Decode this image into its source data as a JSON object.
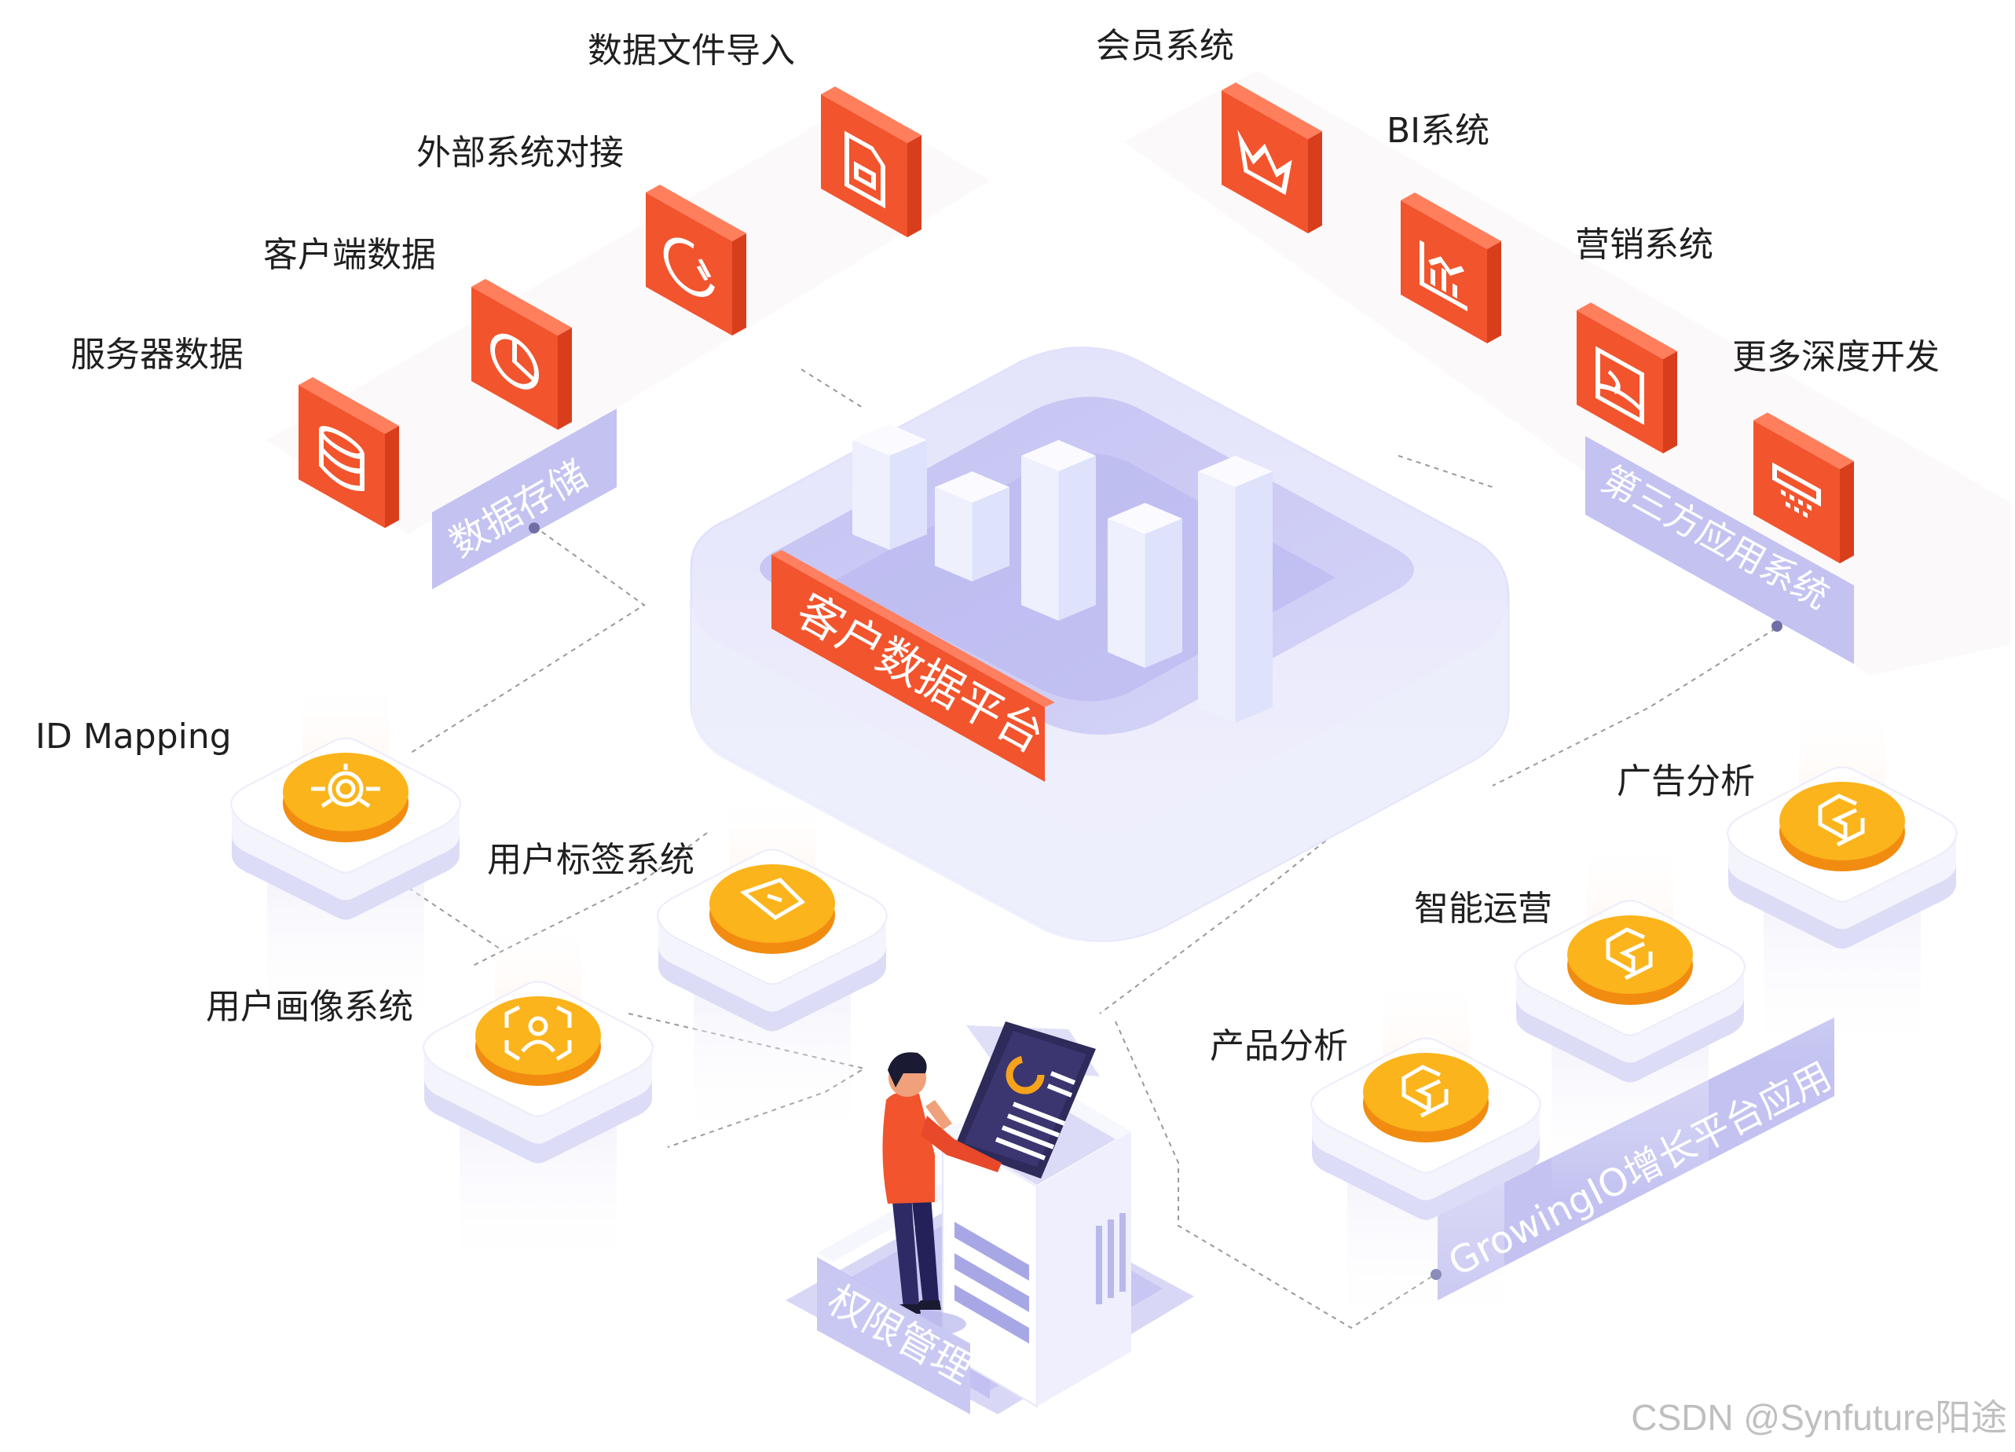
{
  "top_sources": [
    {
      "label": "服务器数据",
      "icon": "database-icon"
    },
    {
      "label": "客户端数据",
      "icon": "pie-chart-icon"
    },
    {
      "label": "外部系统对接",
      "icon": "donut-chart-icon"
    },
    {
      "label": "数据文件导入",
      "icon": "document-icon"
    }
  ],
  "top_sources_group_label": "数据存储",
  "third_party": [
    {
      "label": "会员系统",
      "icon": "crown-icon"
    },
    {
      "label": "BI系统",
      "icon": "bar-chart-icon"
    },
    {
      "label": "营销系统",
      "icon": "marketing-icon"
    },
    {
      "label": "更多深度开发",
      "icon": "server-icon"
    }
  ],
  "third_party_group_label": "第三方应用系统",
  "platform_label": "客户数据平台",
  "left_modules": [
    {
      "label": "ID Mapping",
      "icon": "network-icon"
    },
    {
      "label": "用户标签系统",
      "icon": "tag-icon"
    },
    {
      "label": "用户画像系统",
      "icon": "user-profile-icon"
    }
  ],
  "growing_apps": [
    {
      "label": "广告分析",
      "icon": "growingio-logo-icon"
    },
    {
      "label": "智能运营",
      "icon": "growingio-logo-icon"
    },
    {
      "label": "产品分析",
      "icon": "growingio-logo-icon"
    }
  ],
  "growing_group_label": "GrowingIO增长平台应用",
  "permission_label": "权限管理",
  "watermark": "CSDN @Synfuture阳途",
  "colors": {
    "orange": "#f2542d",
    "orange_dark": "#d83e1c",
    "lavender": "#c9c8f3",
    "lavender_dark": "#a9a6ea",
    "coin": "#fbb41b",
    "coin_dark": "#f18c11",
    "bar_white": "#eef0fd"
  }
}
